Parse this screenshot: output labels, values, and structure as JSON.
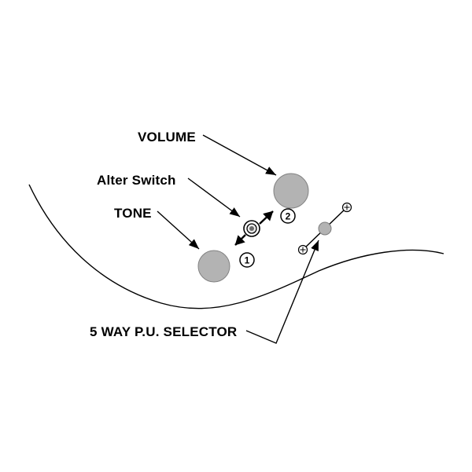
{
  "diagram": {
    "labels": {
      "volume": "VOLUME",
      "alter_switch": "Alter Switch",
      "tone": "TONE",
      "selector": "5 WAY P.U. SELECTOR"
    },
    "steps": {
      "one": "1",
      "two": "2"
    },
    "colors": {
      "background": "#ffffff",
      "line": "#000000",
      "knob_fill": "#b3b3b3",
      "switch_center": "#6b6b6b"
    }
  }
}
